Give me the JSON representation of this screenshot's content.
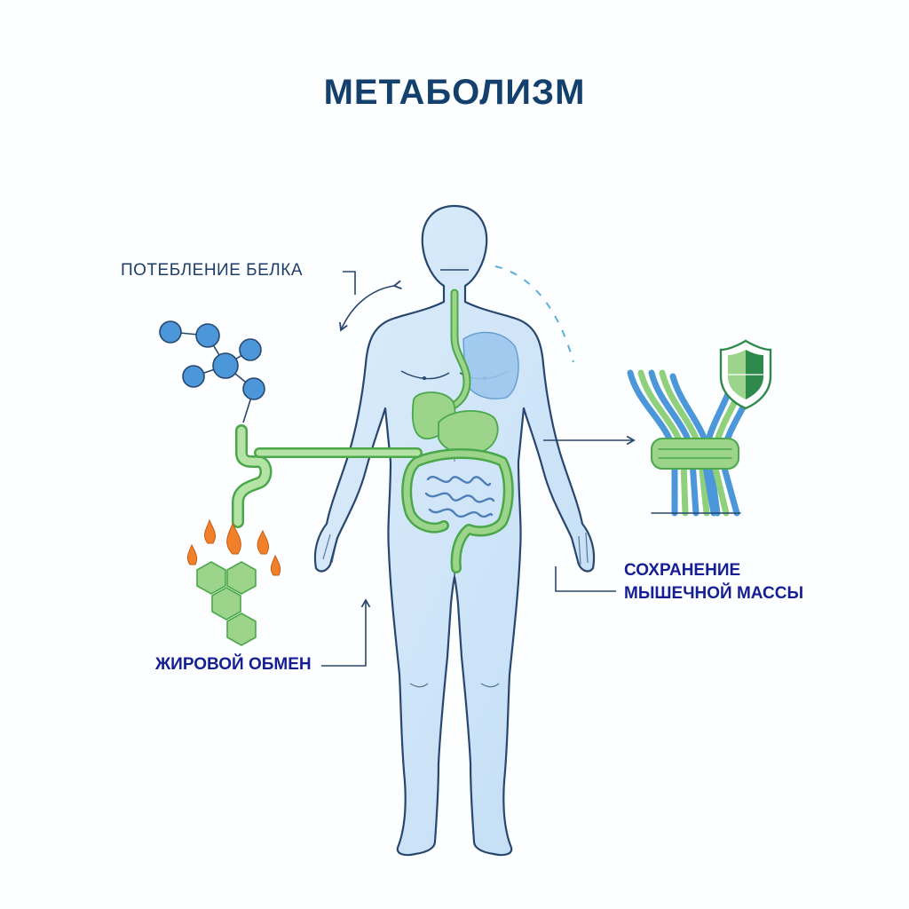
{
  "title": "МЕТАБОЛИЗМ",
  "labels": {
    "protein": "ПОТЕБЛЕНИЕ БЕЛКА",
    "fat": "ЖИРОВОЙ ОБМЕН",
    "muscle_line1": "СОХРАНЕНИЕ",
    "muscle_line2": "МЫШЕЧНОЙ МАССЫ"
  },
  "icons": [
    "molecule-icon",
    "fire-icon",
    "hexagon-cell-icon",
    "shield-icon",
    "muscle-fiber-icon",
    "human-body-figure",
    "digestive-tract"
  ],
  "colors": {
    "title": "#14406e",
    "label_dark": "#1d3f66",
    "label_accent": "#151f95",
    "body_fill": "#cfe6fa",
    "body_stroke": "#27476f",
    "organ_green": "#9bd48a",
    "organ_green_stroke": "#4aa84b",
    "molecule_blue": "#4b97d9",
    "flame_orange": "#f0812a"
  }
}
